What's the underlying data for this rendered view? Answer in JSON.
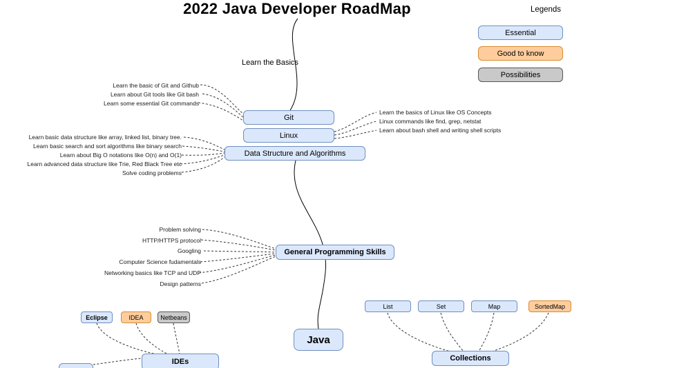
{
  "title": "2022 Java Developer RoadMap",
  "legend": {
    "heading": "Legends",
    "items": [
      {
        "label": "Essential",
        "color": "#dbe8fc"
      },
      {
        "label": "Good to know",
        "color": "#ffcd9d"
      },
      {
        "label": "Possibilities",
        "color": "#c9c9c9"
      }
    ]
  },
  "colors": {
    "essential_fill": "#dbe8fc",
    "essential_border": "#6f8ebf",
    "good_to_know_fill": "#ffcd9d",
    "good_to_know_border": "#d78b2e",
    "possibilities_fill": "#c9c9c9",
    "possibilities_border": "#555555"
  },
  "nodes": {
    "learn_the_basics": "Learn the Basics",
    "git": "Git",
    "linux": "Linux",
    "dsa": "Data Structure and Algorithms",
    "gps": "General Programming Skills",
    "java": "Java",
    "ides": "IDEs",
    "collections": "Collections"
  },
  "ide_items": [
    "Eclipse",
    "IDEA",
    "Netbeans"
  ],
  "collection_items": [
    "List",
    "Set",
    "Map",
    "SortedMap"
  ],
  "annotations": {
    "git": [
      "Learn the basic of Git and Github",
      "Learn about Git tools like Git bash",
      "Learn some essential Git commands"
    ],
    "linux": [
      "Learn the basics of Linux like OS Concepts",
      "Linux commands like find, grep, netstat",
      "Learn about bash shell and writing shell scripts"
    ],
    "dsa": [
      "Learn basic data structure like array, linked list, binary tree.",
      "Learn basic search and sort algorithms like binary search",
      "Learn about Big O notations like O(n) and O(1)",
      "Learn advanced data structure like Trie, Red Black Tree etc",
      "Solve coding problems"
    ],
    "gps": [
      "Problem solving",
      "HTTP/HTTPS protocol",
      "Googling",
      "Computer Science fudamentals",
      "Networking basics like TCP and UDP",
      "Design patterns"
    ]
  }
}
